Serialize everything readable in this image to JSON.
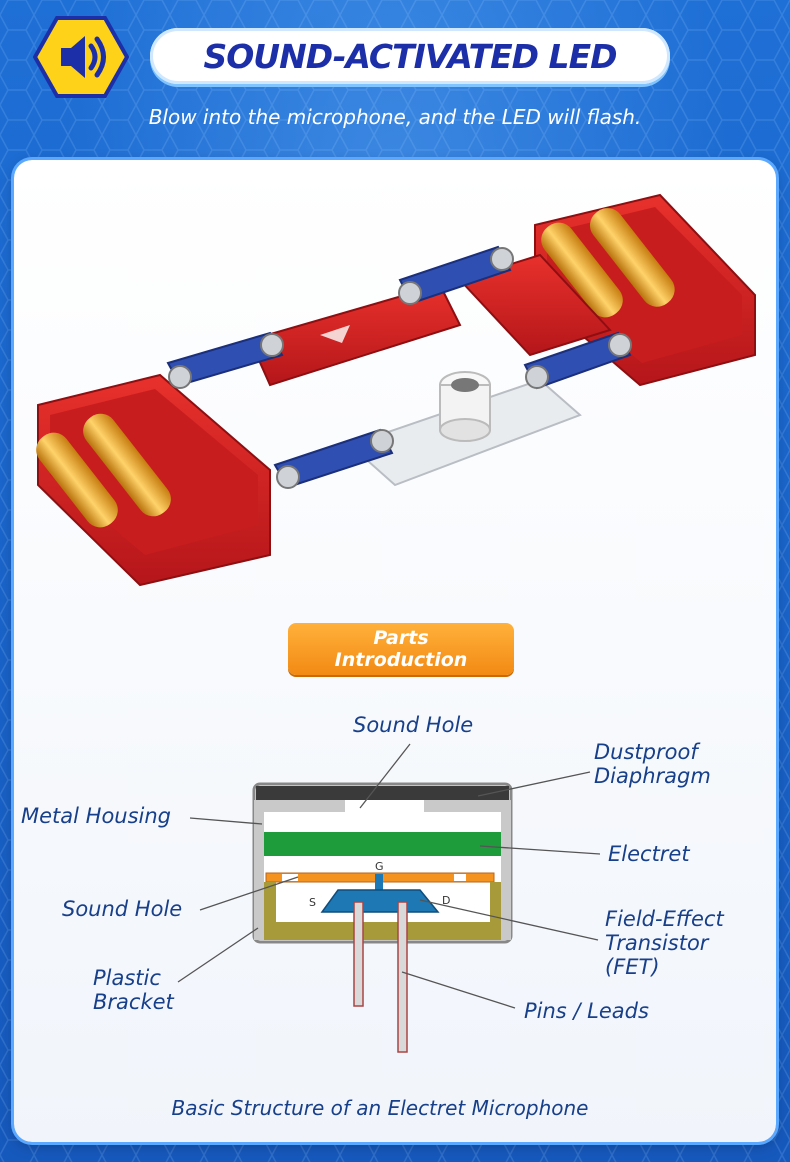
{
  "header": {
    "title": "SOUND-ACTIVATED LED",
    "subtitle": "Blow into the microphone, and the LED will flash.",
    "badge_icon": "speaker-icon"
  },
  "parts_button": {
    "line1": "Parts",
    "line2": "Introduction"
  },
  "diagram": {
    "labels": {
      "sound_hole_top": "Sound Hole",
      "dustproof_l1": "Dustproof",
      "dustproof_l2": "Diaphragm",
      "metal_housing": "Metal Housing",
      "electret": "Electret",
      "sound_hole_side": "Sound Hole",
      "fet_l1": "Field-Effect",
      "fet_l2": "Transistor",
      "fet_l3": "(FET)",
      "plastic_l1": "Plastic",
      "plastic_l2": "Bracket",
      "pins": "Pins / Leads",
      "gate": "G",
      "source": "S",
      "drain": "D"
    },
    "caption": "Basic Structure of an Electret Microphone"
  },
  "colors": {
    "background": "#1a63c9",
    "title_text": "#1c2fa8",
    "badge": "#ffd21a",
    "board_red": "#d81e1e",
    "snap_blue": "#2f4fb3",
    "battery_gold": "#e7a21a",
    "label_text": "#173f8a",
    "electret_green": "#1e9b3b",
    "fet_blue": "#1e78b4",
    "orange": "#f59321"
  }
}
